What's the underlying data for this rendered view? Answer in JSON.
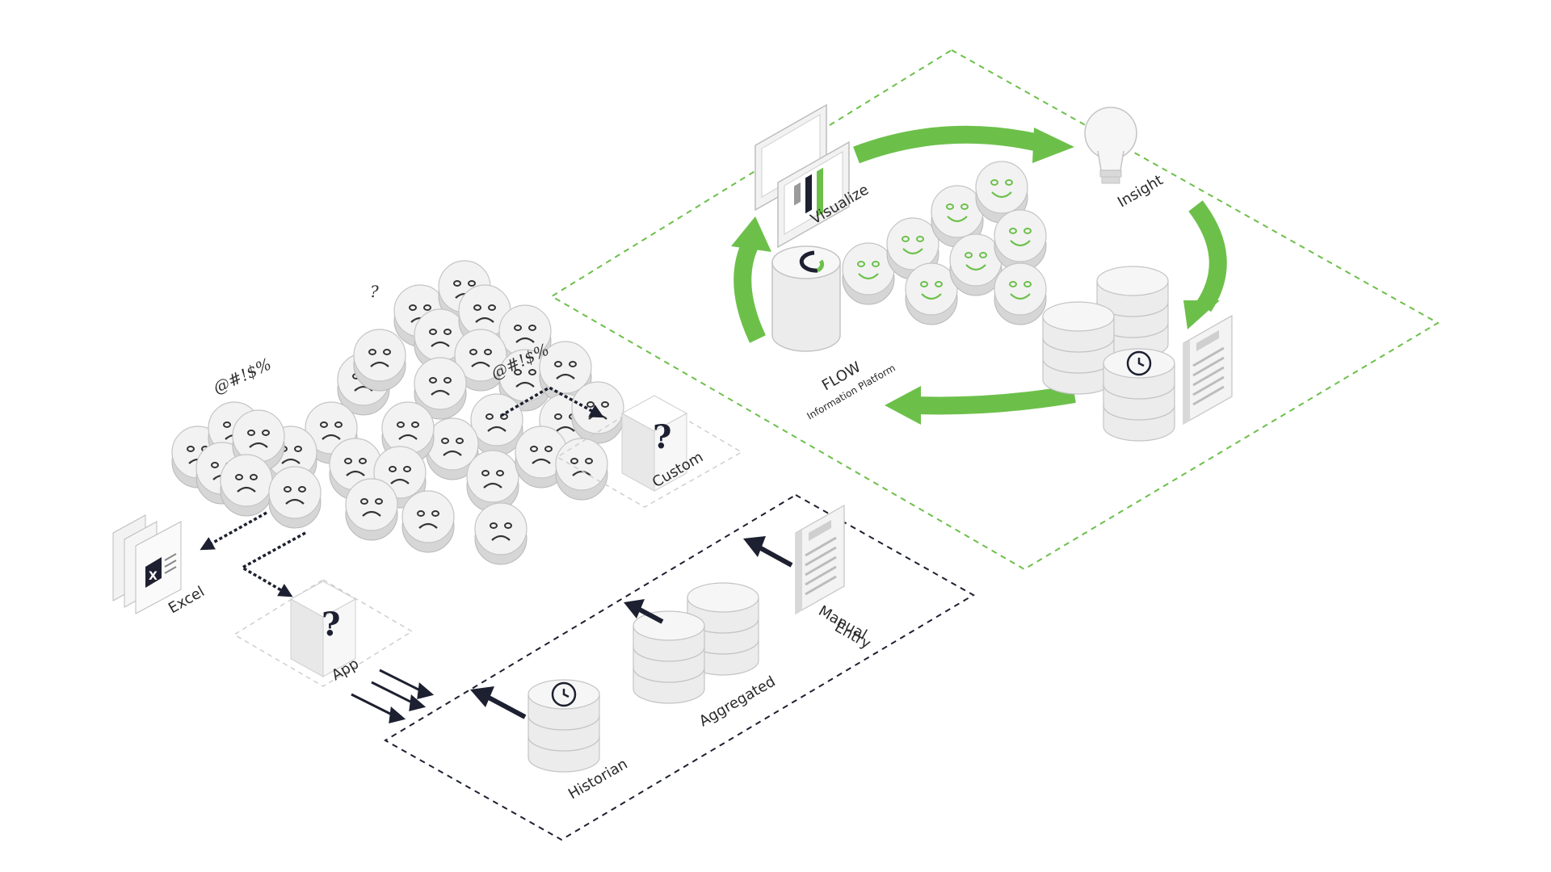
{
  "labels": {
    "visualize": "Visualize",
    "insight": "Insight",
    "flow_title": "FLOW",
    "flow_subtitle": "Information Platform",
    "custom": "Custom",
    "excel": "Excel",
    "app": "App",
    "manual_entry_line1": "Manual",
    "manual_entry_line2": "Entry",
    "aggregated": "Aggregated",
    "historian": "Historian",
    "curse_left": "@#!$%",
    "curse_right": "@#!$%",
    "question": "?",
    "unknown_box_symbol": "?"
  },
  "colors": {
    "green": "#6cc04a",
    "dark": "#1d2030",
    "light_gray": "#e6e6e6",
    "mid_gray": "#bdbdbd"
  },
  "icons": {
    "visualize": "bar-chart-screens-icon",
    "insight": "lightbulb-icon",
    "flow": "flow-cylinder-icon",
    "databases": "database-stack-icon",
    "document": "document-icon",
    "excel": "excel-file-icon",
    "happy": "happy-face-icon",
    "sad": "sad-face-icon"
  }
}
